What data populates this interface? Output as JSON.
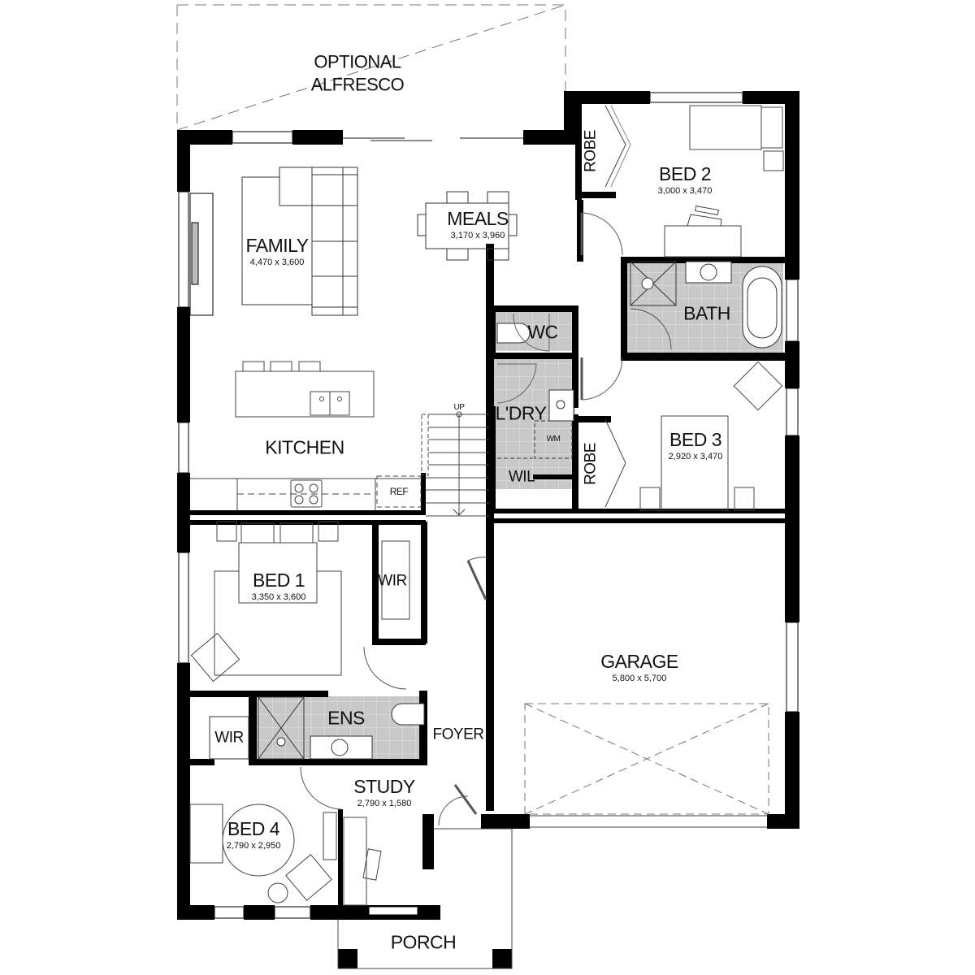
{
  "plan": {
    "colors": {
      "wall": "#000000",
      "wet_area": "#c8c8c8",
      "tile_line": "#e6e6e6",
      "fixture": "#555555",
      "dashed": "#777777"
    },
    "rooms": {
      "alfresco": {
        "name": "OPTIONAL\nALFRESCO",
        "line1": "OPTIONAL",
        "line2": "ALFRESCO"
      },
      "family": {
        "name": "FAMILY",
        "dims": "4,470 x 3,600"
      },
      "meals": {
        "name": "MEALS",
        "dims": "3,170 x 3,960"
      },
      "kitchen": {
        "name": "KITCHEN"
      },
      "bed1": {
        "name": "BED 1",
        "dims": "3,350 x 3,600"
      },
      "bed2": {
        "name": "BED 2",
        "dims": "3,000 x 3,470"
      },
      "bed3": {
        "name": "BED 3",
        "dims": "2,920 x 3,470"
      },
      "bed4": {
        "name": "BED 4",
        "dims": "2,790 x 2,950"
      },
      "study": {
        "name": "STUDY",
        "dims": "2,790 x 1,580"
      },
      "garage": {
        "name": "GARAGE",
        "dims": "5,800 x 5,700"
      },
      "bath": {
        "name": "BATH"
      },
      "wc": {
        "name": "WC"
      },
      "laundry": {
        "name": "L'DRY"
      },
      "wil": {
        "name": "WIL"
      },
      "ens": {
        "name": "ENS"
      },
      "foyer": {
        "name": "FOYER"
      },
      "porch": {
        "name": "PORCH"
      },
      "robe_bed2": {
        "name": "ROBE"
      },
      "robe_bed3": {
        "name": "ROBE"
      },
      "wir_bed1": {
        "name": "WIR"
      },
      "wir_bed4": {
        "name": "WIR"
      }
    },
    "fixtures": {
      "ref": "REF",
      "wm": "WM",
      "stair_up": "UP"
    }
  }
}
